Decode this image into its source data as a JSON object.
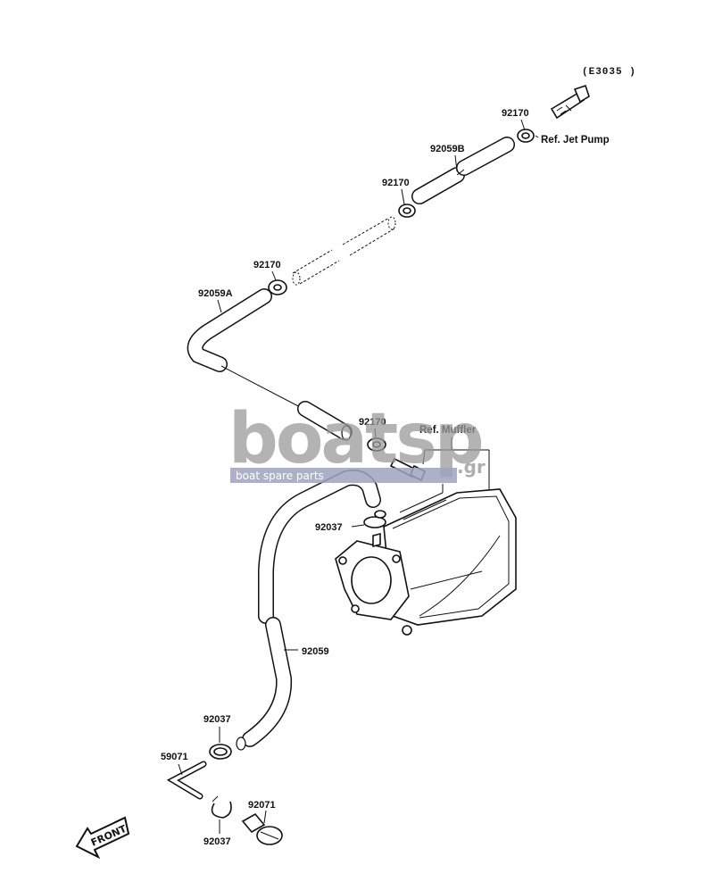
{
  "diagram_code": "(E3035 )",
  "refs": {
    "jet_pump": "Ref. Jet Pump",
    "muffler": "Ref. Muffler"
  },
  "parts": {
    "p_92170_a": "92170",
    "p_92059b": "92059B",
    "p_92170_b": "92170",
    "p_92170_c": "92170",
    "p_92059a": "92059A",
    "p_92170_d": "92170",
    "p_92037_a": "92037",
    "p_92059": "92059",
    "p_92037_b": "92037",
    "p_59071": "59071",
    "p_92071": "92071",
    "p_92037_c": "92037"
  },
  "watermark": {
    "main": "boatsp",
    "suffix": ".gr",
    "tagline": "boat spare parts"
  },
  "front_label": "FRONT"
}
